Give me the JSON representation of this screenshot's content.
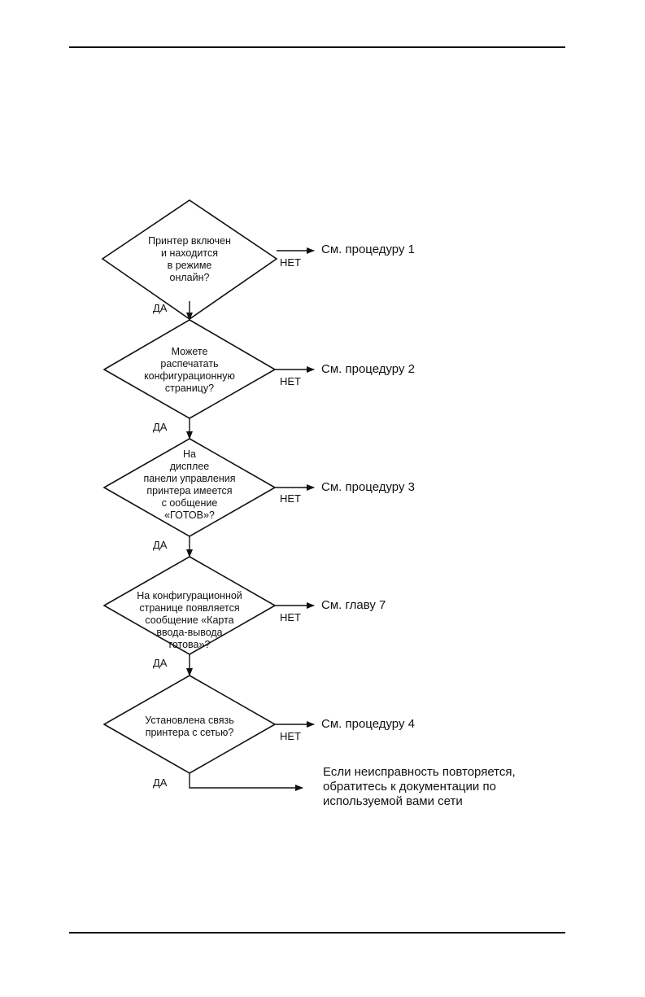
{
  "decisions": [
    {
      "question": "Принтер включен\nи находится\nв режиме\nонлайн?",
      "yes": "ДА",
      "no": "НЕТ",
      "action": "См. процедуру 1"
    },
    {
      "question": "Можете\nраспечатать\nконфигурационную\nстраницу?",
      "yes": "ДА",
      "no": "НЕТ",
      "action": "См. процедуру 2"
    },
    {
      "question": "На\nдисплее\nпанели управления\nпринтера имеется\nс ообщение\n«ГОТОВ»?",
      "yes": "ДА",
      "no": "НЕТ",
      "action": "См. процедуру 3"
    },
    {
      "question": "На конфигурационной\nстранице появляется\nсообщение «Карта\nввода-вывода\nготова»?",
      "yes": "ДА",
      "no": "НЕТ",
      "action": "См. главу 7"
    },
    {
      "question": "Установлена связь\nпринтера с сетью?",
      "yes": "ДА",
      "no": "НЕТ",
      "action": "См. процедуру 4"
    }
  ],
  "final_message": [
    "Если неисправность повторяется,",
    "обратитесь к документации по",
    "используемой вами сети"
  ]
}
